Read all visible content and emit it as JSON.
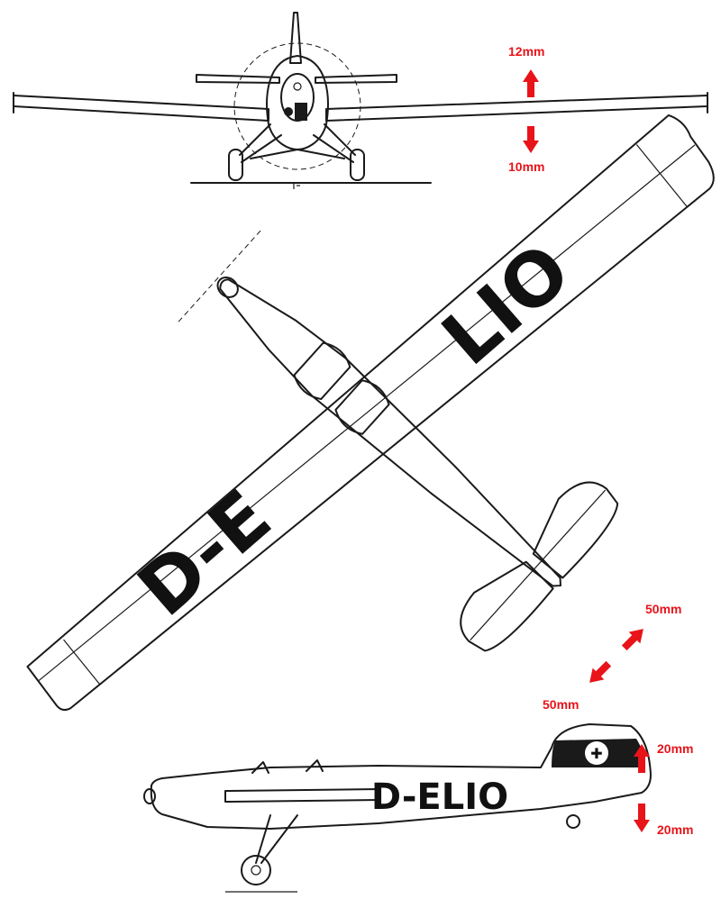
{
  "registration": {
    "wing_left": "D-E",
    "wing_right": "LIO",
    "fuselage": "D-ELIO"
  },
  "annotations": {
    "front_up": "12mm",
    "front_down": "10mm",
    "tail_up": "50mm",
    "tail_down": "50mm",
    "side_up": "20mm",
    "side_down": "20mm"
  },
  "colors": {
    "annotation": "#e8141a",
    "ink": "#1a1a1a"
  }
}
